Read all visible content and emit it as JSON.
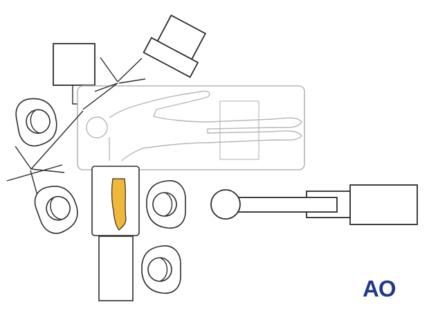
{
  "diagram": {
    "logo_text": "AO",
    "colors": {
      "line": "#2b2b2b",
      "patient_line": "#b5b5b5",
      "operative_arm": "#f0b83a",
      "logo": "#1f3a8a",
      "background": "#ffffff"
    },
    "elements": [
      "mobile-c-arm",
      "c-arm-monitor",
      "monitor-cart",
      "anesthesia-machine",
      "iv-pole",
      "operating-table",
      "arm-table",
      "patient",
      "operative-arm",
      "anesthesiologist",
      "assistant",
      "surgeon",
      "scrub-nurse",
      "instrument-table"
    ]
  }
}
